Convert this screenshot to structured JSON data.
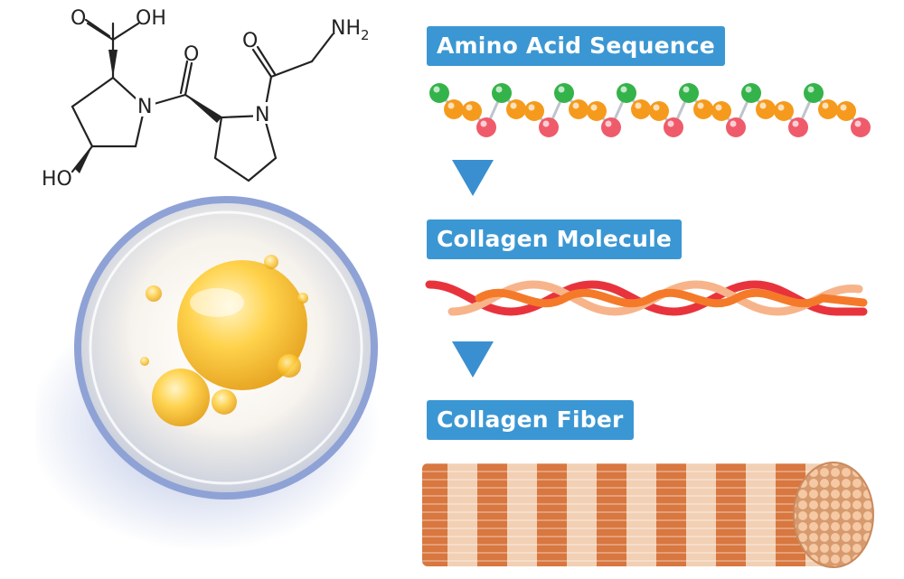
{
  "structure": {
    "atoms": {
      "oh_top": "OH",
      "o_acid": "O",
      "n_left": "N",
      "o_mid": "O",
      "o_right": "O",
      "n_right": "N",
      "nh2": "NH",
      "nh2_sub": "2",
      "ho": "HO"
    }
  },
  "steps": [
    {
      "label": "Amino Acid Sequence"
    },
    {
      "label": "Collagen Molecule"
    },
    {
      "label": "Collagen Fiber"
    }
  ],
  "colors": {
    "accent": "#3b97d3",
    "bead_green": "#34b34a",
    "bead_orange": "#f59a1c",
    "bead_pink": "#ef5b6a",
    "strand_red": "#e8333d",
    "strand_orange": "#f47a2a",
    "strand_peach": "#f7b48a",
    "fiber_dark": "#d8773f",
    "fiber_light": "#f2d0b4"
  },
  "icons": {
    "flow_arrow": "down-triangle-icon",
    "petri_dish": "petri-dish-oil-drop-image"
  }
}
